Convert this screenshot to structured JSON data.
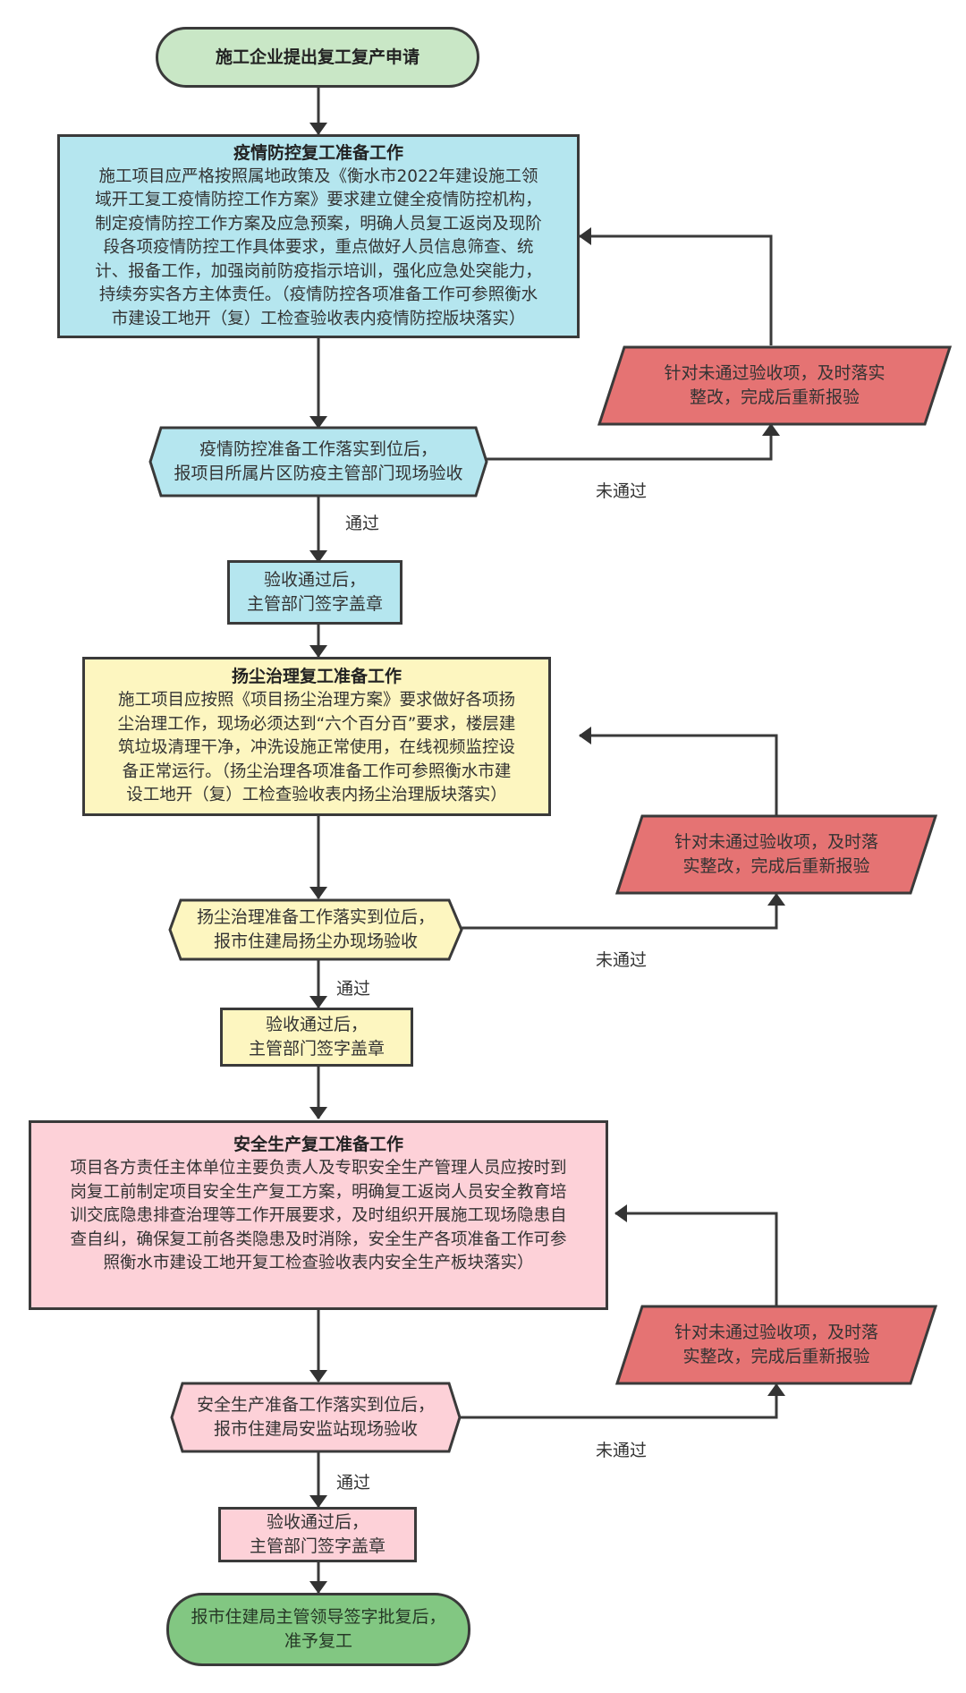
{
  "colors": {
    "start": "#c9e7c6",
    "end": "#82c782",
    "covid": "#b5e6ef",
    "dust": "#fdf6c0",
    "safety": "#fdd1d8",
    "fix": "#e57373",
    "stroke": "#3a3a3a"
  },
  "start": {
    "label": "施工企业提出复工复产申请"
  },
  "sections": [
    {
      "main_title": "疫情防控复工准备工作",
      "main_lines": [
        "施工项目应严格按照属地政策及《衡水市2022年建设施工领",
        "域开工复工疫情防控工作方案》要求建立健全疫情防控机构，",
        "制定疫情防控工作方案及应急预案，明确人员复工返岗及现阶",
        "段各项疫情防控工作具体要求，重点做好人员信息筛查、统",
        "计、报备工作，加强岗前防疫指示培训，强化应急处突能力，",
        "持续夯实各方主体责任。（疫情防控各项准备工作可参照衡水",
        "市建设工地开（复）工检查验收表内疫情防控版块落实）"
      ],
      "check_lines": [
        "疫情防控准备工作落实到位后，",
        "报项目所属片区防疫主管部门现场验收"
      ],
      "fix_lines": [
        "针对未通过验收项，及时落实",
        "整改，完成后重新报验"
      ],
      "pass_label": "通过",
      "fail_label": "未通过",
      "sign_lines": [
        "验收通过后，",
        "主管部门签字盖章"
      ]
    },
    {
      "main_title": "扬尘治理复工准备工作",
      "main_lines": [
        "施工项目应按照《项目扬尘治理方案》要求做好各项扬",
        "尘治理工作，现场必须达到“六个百分百”要求，楼层建",
        "筑垃圾清理干净，冲洗设施正常使用，在线视频监控设",
        "备正常运行。（扬尘治理各项准备工作可参照衡水市建",
        "设工地开（复）工检查验收表内扬尘治理版块落实）"
      ],
      "check_lines": [
        "扬尘治理准备工作落实到位后，",
        "报市住建局扬尘办现场验收"
      ],
      "fix_lines": [
        "针对未通过验收项，及时落",
        "实整改，完成后重新报验"
      ],
      "pass_label": "通过",
      "fail_label": "未通过",
      "sign_lines": [
        "验收通过后，",
        "主管部门签字盖章"
      ]
    },
    {
      "main_title": "安全生产复工准备工作",
      "main_lines": [
        "项目各方责任主体单位主要负责人及专职安全生产管理人员应按时到",
        "岗复工前制定项目安全生产复工方案，明确复工返岗人员安全教育培",
        "训交底隐患排查治理等工作开展要求，及时组织开展施工现场隐患自",
        "查自纠，确保复工前各类隐患及时消除，安全生产各项准备工作可参",
        "照衡水市建设工地开复工检查验收表内安全生产板块落实）"
      ],
      "check_lines": [
        "安全生产准备工作落实到位后，",
        "报市住建局安监站现场验收"
      ],
      "fix_lines": [
        "针对未通过验收项，及时落",
        "实整改，完成后重新报验"
      ],
      "pass_label": "通过",
      "fail_label": "未通过",
      "sign_lines": [
        "验收通过后，",
        "主管部门签字盖章"
      ]
    }
  ],
  "end": {
    "lines": [
      "报市住建局主管领导签字批复后，",
      "准予复工"
    ]
  }
}
